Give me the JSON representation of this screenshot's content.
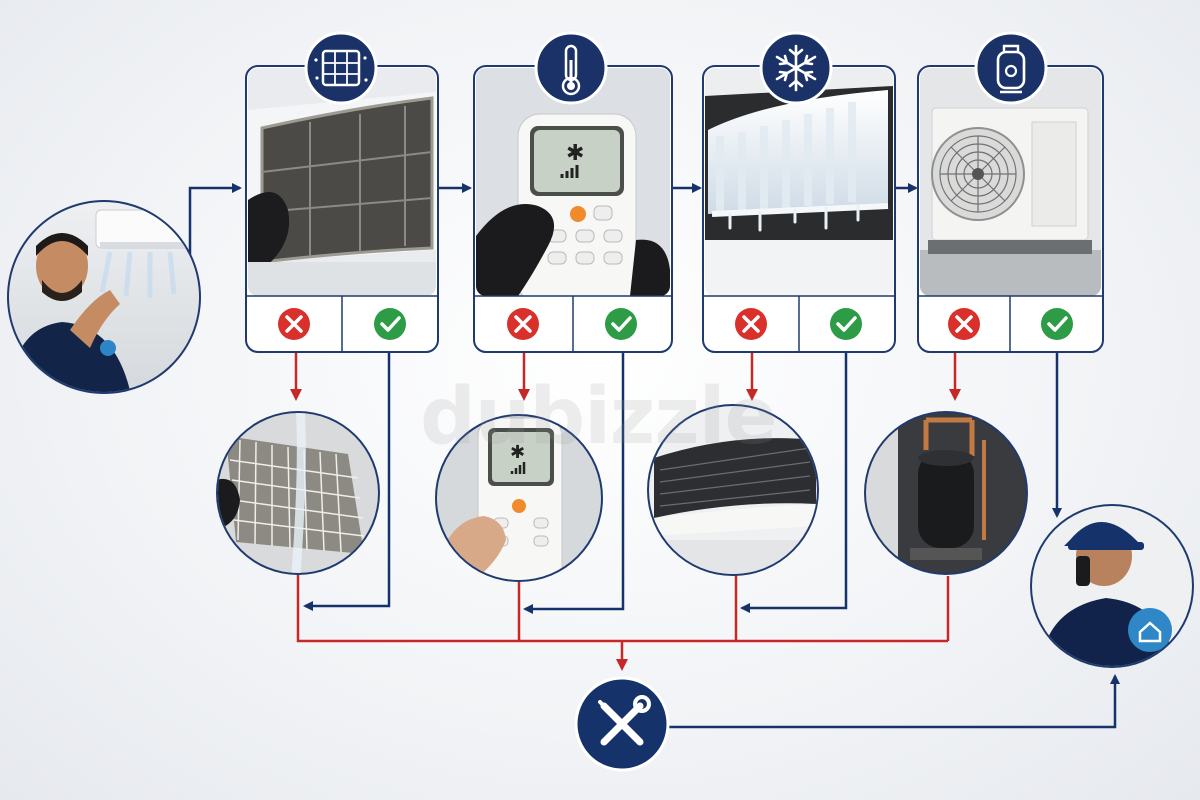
{
  "watermark": "dubizzle",
  "colors": {
    "navy": "#16326b",
    "flow_red": "#c62828",
    "check_green": "#2e9b46",
    "cross_red": "#d9302b",
    "card_border": "#1f3a6e"
  },
  "steps": [
    {
      "icon": "air-filter-icon",
      "photo": "dirty-air-filter-photo",
      "fix_photo": "filter-washing-photo"
    },
    {
      "icon": "thermometer-icon",
      "photo": "remote-control-photo",
      "fix_photo": "remote-cool-mode-photo"
    },
    {
      "icon": "snowflake-icon",
      "photo": "frozen-evaporator-photo",
      "fix_photo": "clean-evaporator-coil-photo"
    },
    {
      "icon": "compressor-icon",
      "photo": "outdoor-unit-photo",
      "fix_photo": "compressor-photo"
    }
  ],
  "start": {
    "photo": "worried-man-under-ac-photo"
  },
  "repair": {
    "icon": "tools-icon"
  },
  "end": {
    "photo": "technician-on-phone-photo"
  },
  "option_icons": {
    "no": "cross-icon",
    "yes": "check-icon"
  }
}
